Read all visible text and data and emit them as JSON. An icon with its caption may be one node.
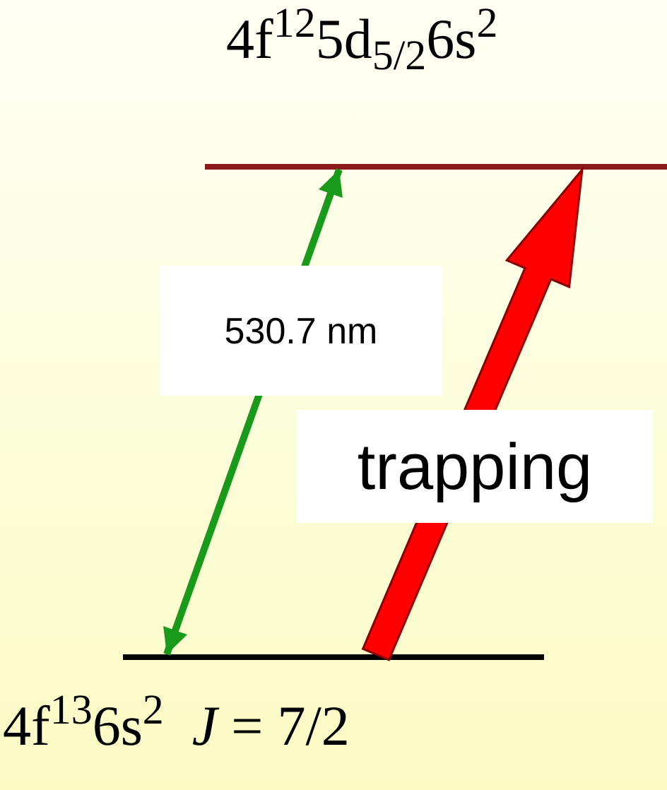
{
  "diagram": {
    "nodes": [
      {
        "text": [],
        "shape": "bar",
        "beside": [
          "4f$^{12}$5d$_{5/2}$6s$^{2}$"
        ]
      },
      {
        "text": [],
        "shape": "bar",
        "beside": [
          "4f$^{13}$6s$^{2}$  *J* = 7/2"
        ]
      }
    ],
    "edges": [
      {
        "from": 1,
        "to": 0,
        "arrow": "both",
        "label": "530.7 nm",
        "color": "#1a9a1a"
      },
      {
        "from": 1,
        "to": 0,
        "arrow": "to",
        "label": "trapping",
        "style": "thick",
        "color": "#ff0000"
      }
    ]
  }
}
